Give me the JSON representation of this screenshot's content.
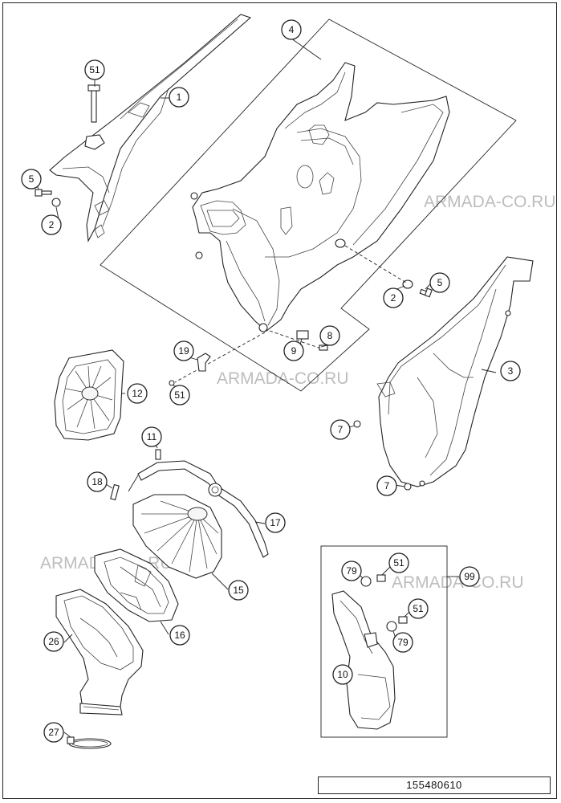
{
  "watermarks": [
    "ARMADA-CO.RU",
    "ARMADA-CO.RU",
    "ARMADA-CO.RU",
    "ARMADA-CO.RU"
  ],
  "callouts": {
    "c1": "1",
    "c2a": "2",
    "c2b": "2",
    "c3": "3",
    "c4": "4",
    "c5a": "5",
    "c5b": "5",
    "c7a": "7",
    "c7b": "7",
    "c8": "8",
    "c9": "9",
    "c10": "10",
    "c11": "11",
    "c12": "12",
    "c15": "15",
    "c16": "16",
    "c17": "17",
    "c18": "18",
    "c19": "19",
    "c26": "26",
    "c27": "27",
    "c51a": "51",
    "c51b": "51",
    "c51c": "51",
    "c51d": "51",
    "c79a": "79",
    "c79b": "79",
    "c99": "99"
  },
  "drawing_code": "155480610",
  "colors": {
    "line": "#222222",
    "watermark": "#bdbdbd",
    "background": "#ffffff"
  }
}
